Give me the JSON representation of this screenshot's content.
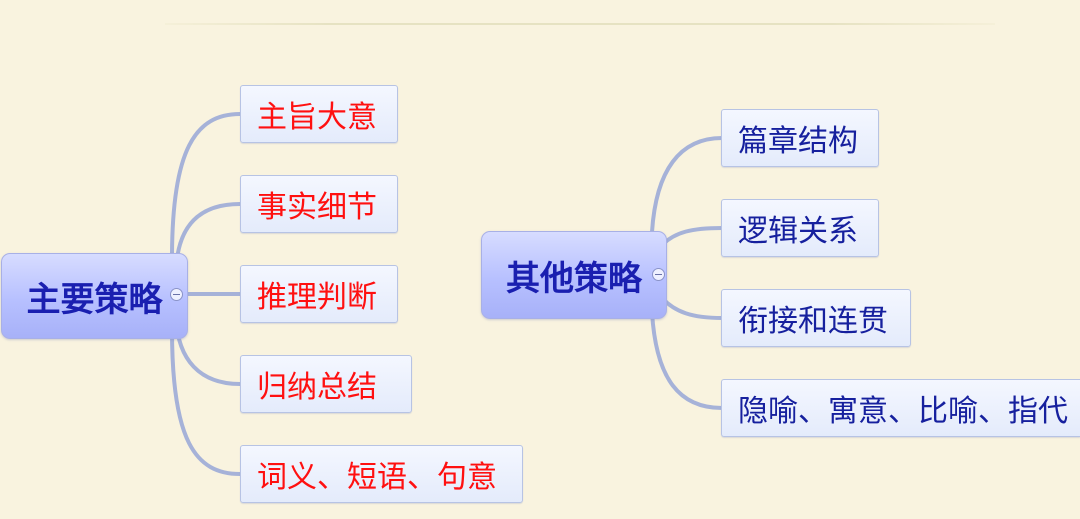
{
  "main_strategy": {
    "label": "主要策略",
    "branches": [
      {
        "label": "主旨大意"
      },
      {
        "label": "事实细节"
      },
      {
        "label": "推理判断"
      },
      {
        "label": "归纳总结"
      },
      {
        "label": "词义、短语、句意"
      }
    ]
  },
  "other_strategy": {
    "label": "其他策略",
    "branches": [
      {
        "label": "篇章结构"
      },
      {
        "label": "逻辑关系"
      },
      {
        "label": "衔接和连贯"
      },
      {
        "label": "隐喻、寓意、比喻、指代"
      }
    ]
  },
  "colors": {
    "main_branch_text": "#ff1010",
    "other_branch_text": "#16209e",
    "root_text": "#1a1fb0",
    "connector": "#a6b2d8",
    "background": "#f9f3df"
  }
}
